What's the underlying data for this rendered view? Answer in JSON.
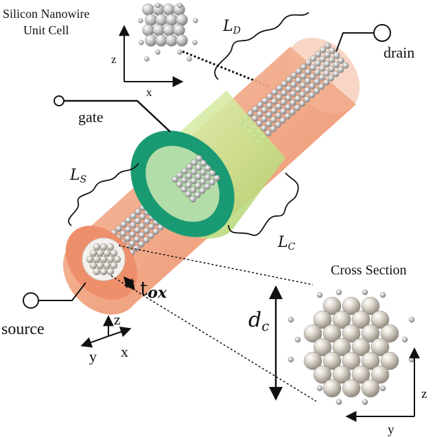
{
  "labels": {
    "unit_cell_title_1": "Silicon Nanowire",
    "unit_cell_title_2": "Unit Cell",
    "axis_z_top": "z",
    "axis_x_top": "x",
    "drain": "drain",
    "gate": "gate",
    "source": "source",
    "ld_main": "L",
    "ld_sub": "D",
    "ls_main": "L",
    "ls_sub": "S",
    "lc_main": "L",
    "lc_sub": "C",
    "tox_main": "t",
    "tox_sub": "ox",
    "cross_section": "Cross Section",
    "dc_main": "d",
    "dc_sub": "c",
    "axis_z_left": "z",
    "axis_y_left": "y",
    "axis_x_left": "x",
    "axis_z_right": "z",
    "axis_y_right": "y"
  },
  "colors": {
    "oxide": "#f0a27e",
    "oxide_face": "#ee8f6c",
    "gate": "#cfe89a",
    "gate_ring": "#1a9a73",
    "atom": "#c9c0b4"
  }
}
